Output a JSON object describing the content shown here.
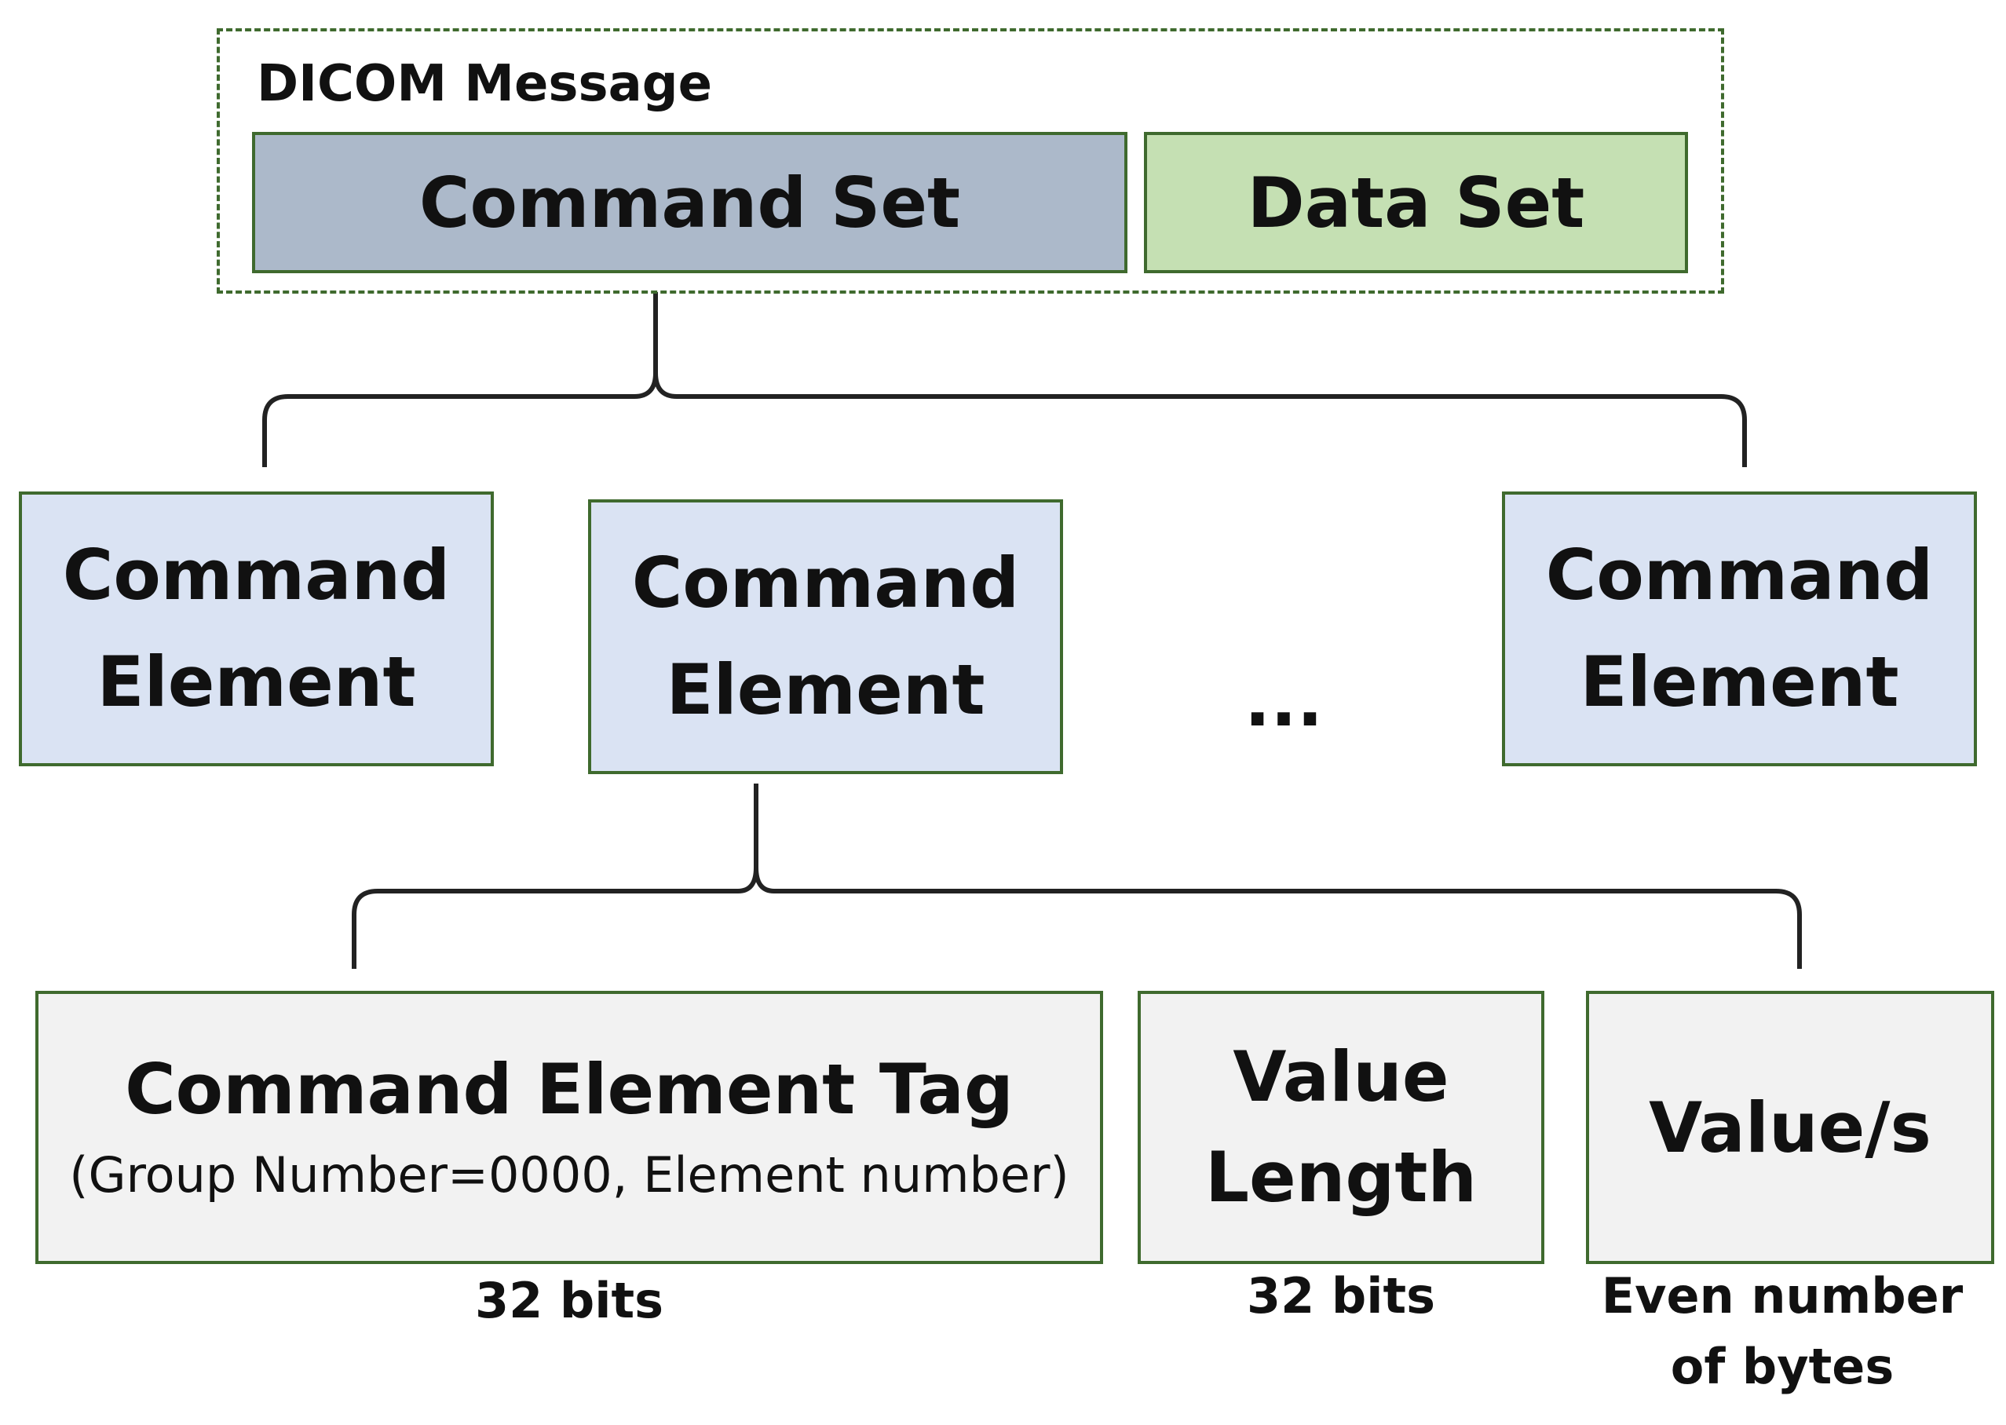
{
  "message": {
    "label": "DICOM Message",
    "command_set": "Command Set",
    "data_set": "Data Set"
  },
  "elements": {
    "line1": "Command",
    "line2": "Element",
    "ellipsis": "..."
  },
  "fields": {
    "tag_title": "Command Element Tag",
    "tag_subtitle": "(Group Number=0000, Element number)",
    "tag_size": "32 bits",
    "length_line1": "Value",
    "length_line2": "Length",
    "length_size": "32 bits",
    "values": "Value/s",
    "values_size_line1": "Even number",
    "values_size_line2": "of bytes"
  },
  "colors": {
    "border": "#3f6a2e",
    "command_set_fill": "#acb9ca",
    "data_set_fill": "#c5e0b3",
    "element_fill": "#dae3f3",
    "field_fill": "#f2f2f2"
  }
}
